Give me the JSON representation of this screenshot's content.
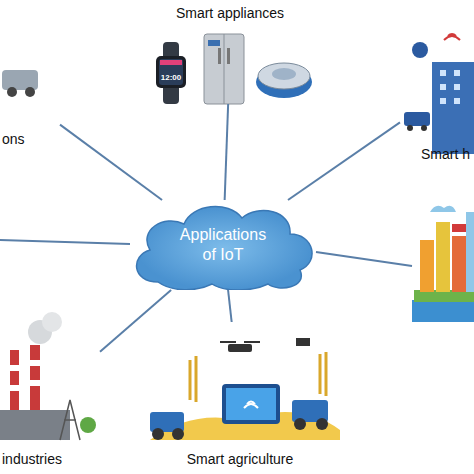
{
  "diagram": {
    "nodes": [
      {
        "text": [
          "Applications of IoT"
        ]
      },
      {
        "text": [
          "Smart appliances"
        ]
      },
      {
        "text": [
          "ons"
        ]
      },
      {
        "text": [
          "Smart h"
        ]
      },
      {
        "text": [
          "industries"
        ]
      },
      {
        "text": [
          "Smart agriculture"
        ]
      }
    ],
    "edges": [
      {
        "from": 0,
        "to": 1,
        "arrow": "none"
      },
      {
        "from": 0,
        "to": 2,
        "arrow": "none"
      },
      {
        "from": 0,
        "to": 3,
        "arrow": "none"
      },
      {
        "from": 0,
        "to": 4,
        "arrow": "none"
      },
      {
        "from": 0,
        "to": 5,
        "arrow": "none"
      }
    ],
    "labels": [
      "12:00"
    ]
  }
}
